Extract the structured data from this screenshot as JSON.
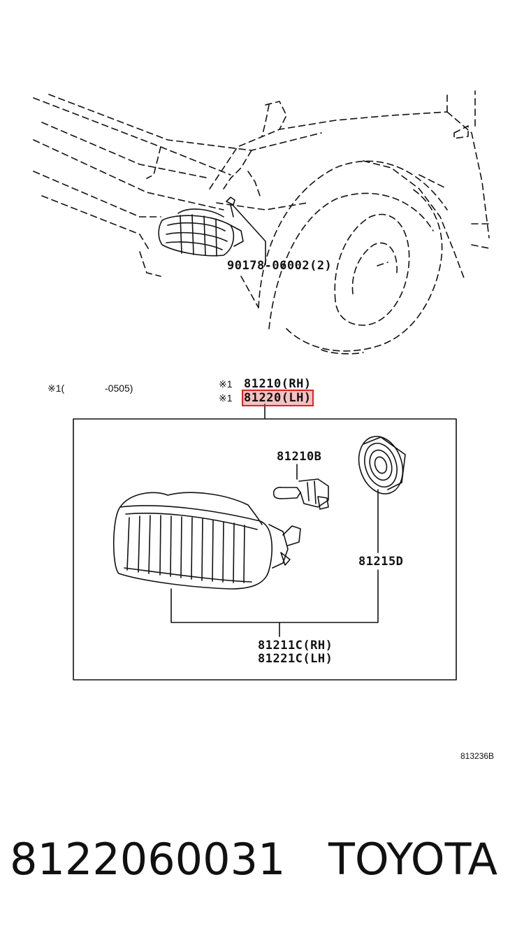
{
  "diagram": {
    "callouts": {
      "bolt": "90178-06002(2)",
      "note_prefix": "※1(",
      "note_range": "-0505)",
      "assy_marker_1": "※1",
      "assy_marker_2": "※1",
      "assy_rh": "81210(RH)",
      "assy_lh_part": "81220",
      "assy_lh_side": "(LH)",
      "bulb": "81210B",
      "socket": "81215D",
      "lens_rh": "81211C(RH)",
      "lens_lh": "81221C(LH)",
      "drawing_ref": "813236B"
    },
    "highlight_color": "#e02020"
  },
  "footer": {
    "part_number": "8122060031",
    "brand": "TOYOTA"
  }
}
